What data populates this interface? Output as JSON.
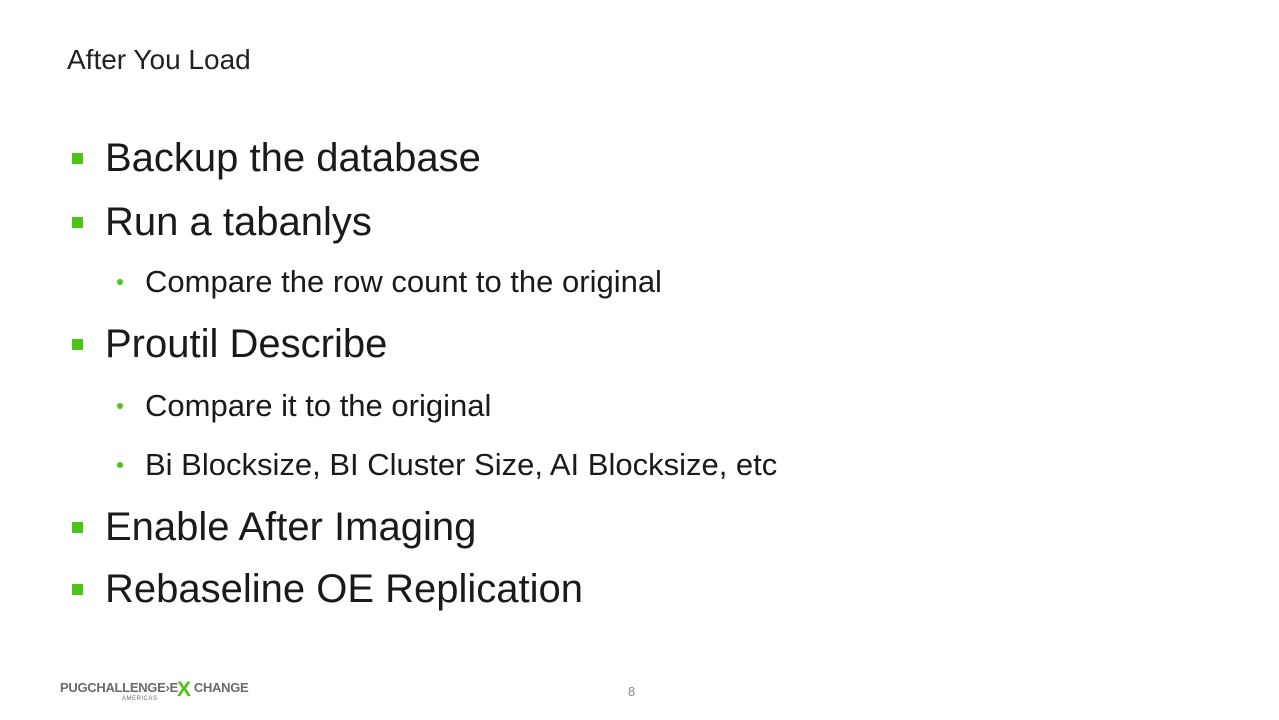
{
  "slide": {
    "title": "After You Load",
    "bullets": [
      {
        "level": 1,
        "text": "Backup the database"
      },
      {
        "level": 1,
        "text": "Run a tabanlys"
      },
      {
        "level": 2,
        "text": "Compare the row count to the original"
      },
      {
        "level": 1,
        "text": "Proutil Describe"
      },
      {
        "level": 2,
        "text": "Compare it to the original"
      },
      {
        "level": 2,
        "text": "Bi Blocksize, BI Cluster Size, AI Blocksize, etc"
      },
      {
        "level": 1,
        "text": "Enable After Imaging"
      },
      {
        "level": 1,
        "text": "Rebaseline OE Replication"
      }
    ],
    "page_number": "8"
  },
  "footer": {
    "logo_main": "PUGCHALLENGE›E",
    "logo_x": "X",
    "logo_tail": "CHANGE",
    "logo_sub": "AMERICAS"
  },
  "colors": {
    "accent": "#4cc317",
    "text": "#1a1a1a"
  }
}
